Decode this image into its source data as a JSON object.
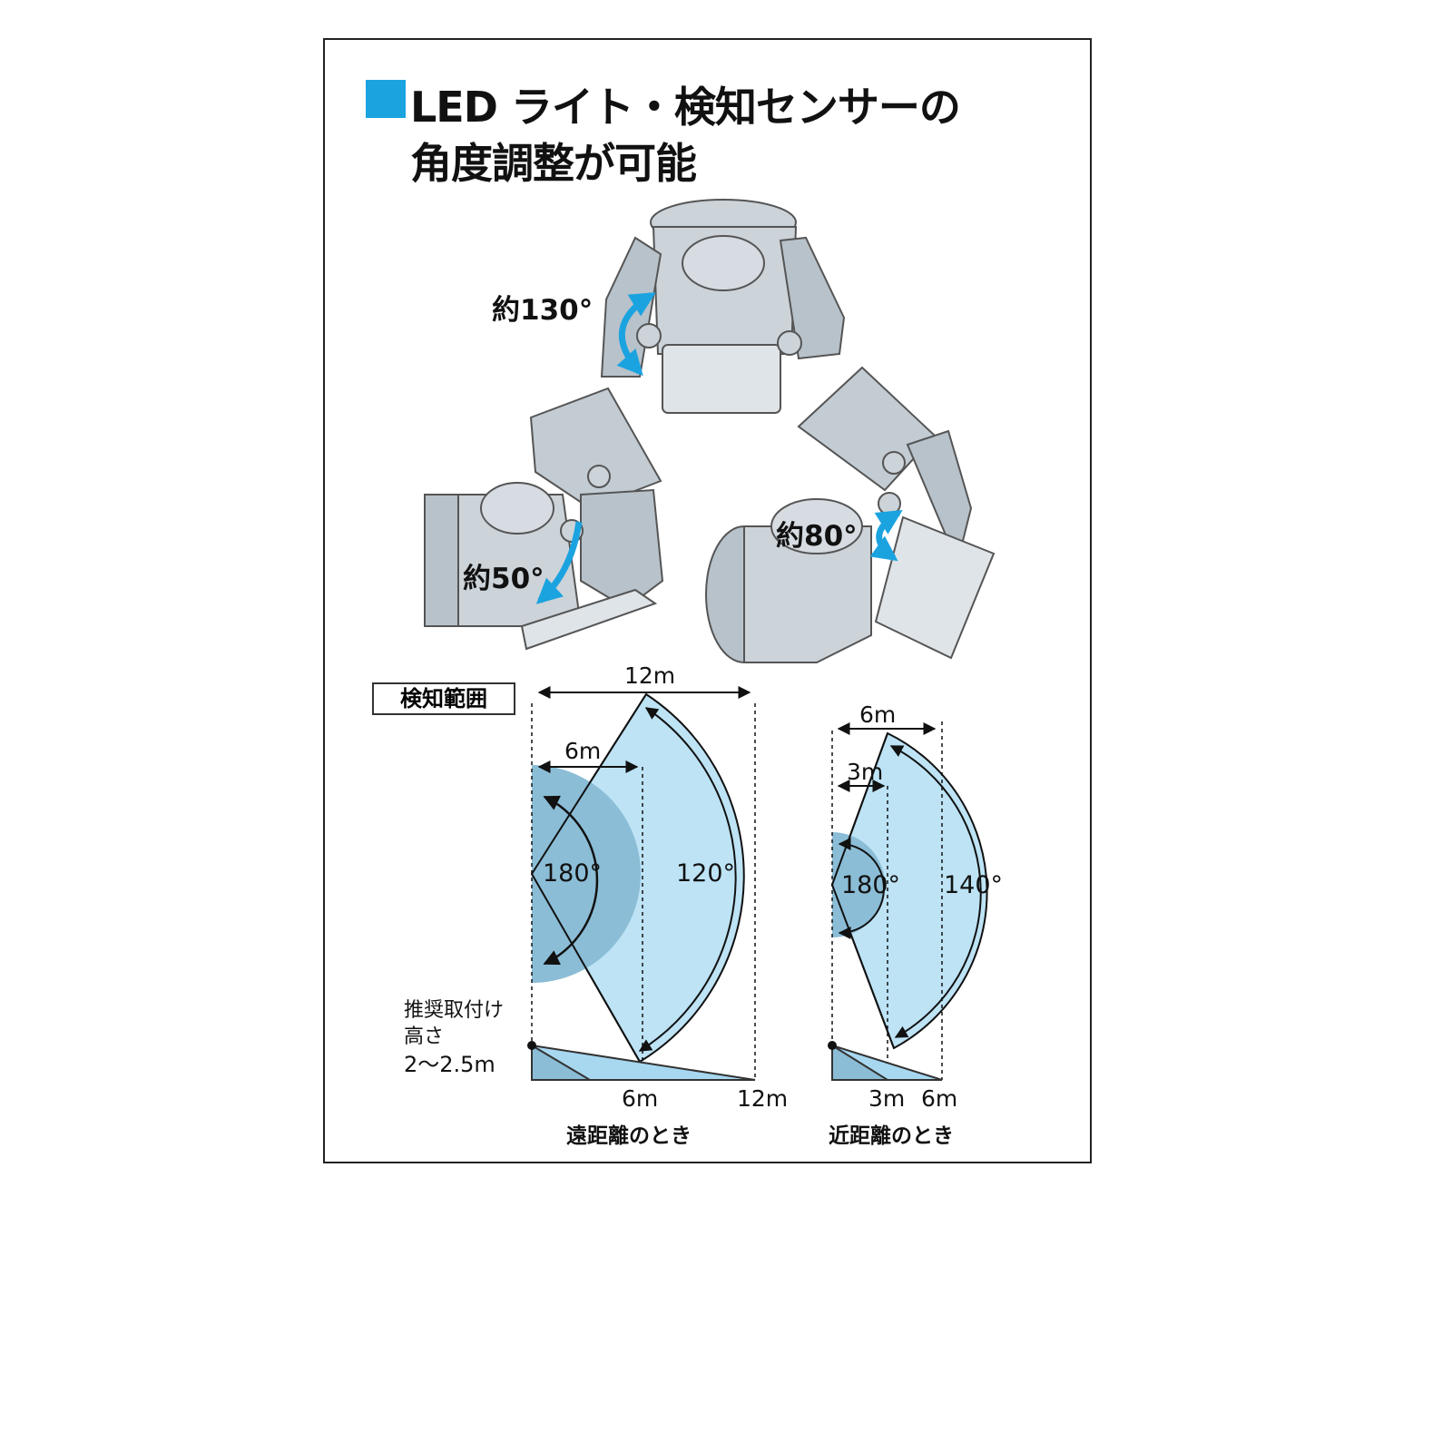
{
  "title": {
    "line1": "LED ライト・検知センサーの",
    "line2": "角度調整が可能"
  },
  "adjust_angles": {
    "top": "約130°",
    "left": "約50°",
    "right": "約80°"
  },
  "range_label": "検知範囲",
  "far": {
    "width_total": "12m",
    "width_half": "6m",
    "angle_inner": "180°",
    "angle_outer": "120°",
    "ground_6": "6m",
    "ground_12": "12m",
    "caption": "遠距離のとき"
  },
  "near": {
    "width_total": "6m",
    "width_half": "3m",
    "angle_inner": "180°",
    "angle_outer": "140°",
    "ground_3": "3m",
    "ground_6": "6m",
    "caption": "近距離のとき"
  },
  "mount_height": {
    "line1": "推奨取付け",
    "line2": "高さ",
    "line3": "2～2.5m"
  },
  "colors": {
    "accent": "#1ba3e0",
    "zone_light": "#bde3f5",
    "zone_dark": "#8bbdd6",
    "device": "#c9d0d6"
  }
}
